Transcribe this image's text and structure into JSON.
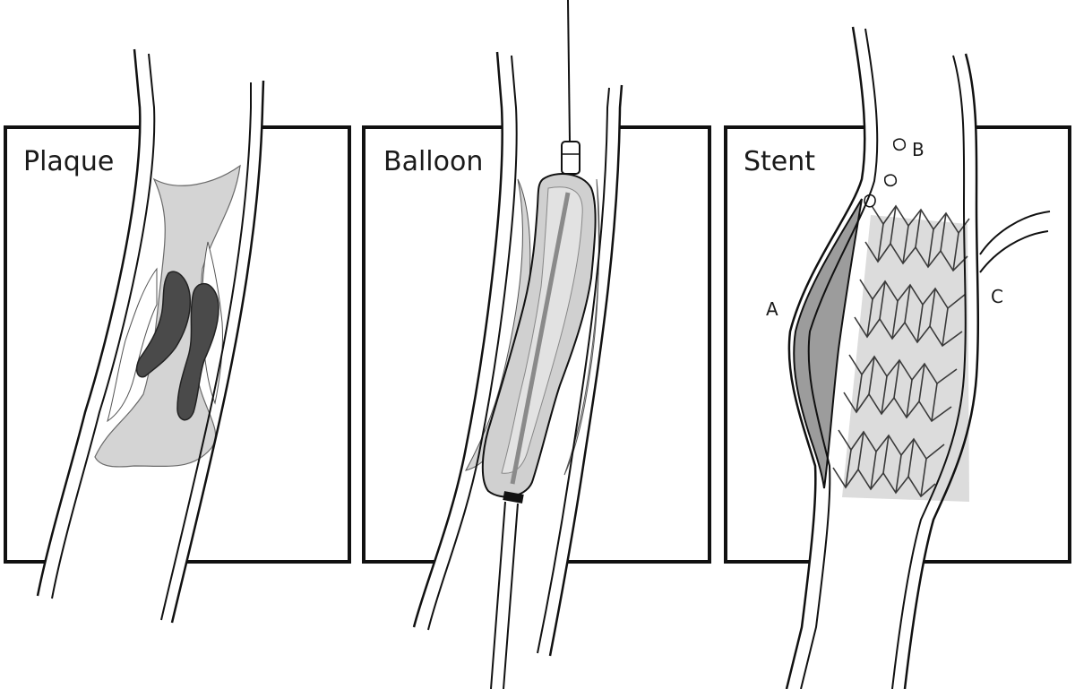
{
  "panels": [
    {
      "key": "plaque",
      "title": "Plaque"
    },
    {
      "key": "balloon",
      "title": "Balloon"
    },
    {
      "key": "stent",
      "title": "Stent"
    }
  ],
  "stent_callouts": {
    "a": "A",
    "b": "B",
    "c": "C"
  },
  "colors": {
    "outline": "#111111",
    "plaque_light": "#d4d4d4",
    "plaque_dark": "#4a4a4a",
    "balloon_fill": "#d0d0d0",
    "stent_mesh": "#3a3a3a",
    "dissection_fill": "#9c9c9c",
    "background": "#ffffff"
  },
  "icons": [
    "balloon-catheter-icon",
    "stent-mesh-icon",
    "guidewire-icon"
  ]
}
